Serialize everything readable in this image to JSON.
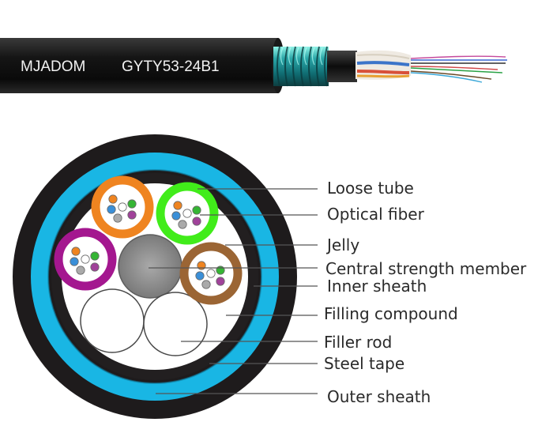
{
  "cable": {
    "brand": "MJADOM",
    "model": "GYTY53-24B1"
  },
  "colors": {
    "outer_sheath": "#1e1b1c",
    "steel_tape": "#19b6e4",
    "jelly": "#ffffff",
    "strength_member": "#8f8f8f",
    "loose_tube_orange": "#ef8420",
    "loose_tube_green": "#41ec1a",
    "loose_tube_purple": "#a4178f",
    "loose_tube_brown": "#9b6534",
    "line": "#555555",
    "label": "#2a2a2a"
  },
  "fiber_colors": [
    "#ef8420",
    "#3a8fd8",
    "#aaaaaa",
    "#a0429a",
    "#35b534",
    "#ffffff"
  ],
  "labels": [
    {
      "key": "loose_tube",
      "text": "Loose tube"
    },
    {
      "key": "optical_fiber",
      "text": "Optical fiber"
    },
    {
      "key": "jelly",
      "text": "Jelly"
    },
    {
      "key": "central_strength_member",
      "text": "Central strength member"
    },
    {
      "key": "inner_sheath",
      "text": "Inner sheath"
    },
    {
      "key": "filling_compound",
      "text": "Filling compound"
    },
    {
      "key": "filler_rod",
      "text": "Filler rod"
    },
    {
      "key": "steel_tape",
      "text": "Steel tape"
    },
    {
      "key": "outer_sheath",
      "text": "Outer sheath"
    }
  ]
}
